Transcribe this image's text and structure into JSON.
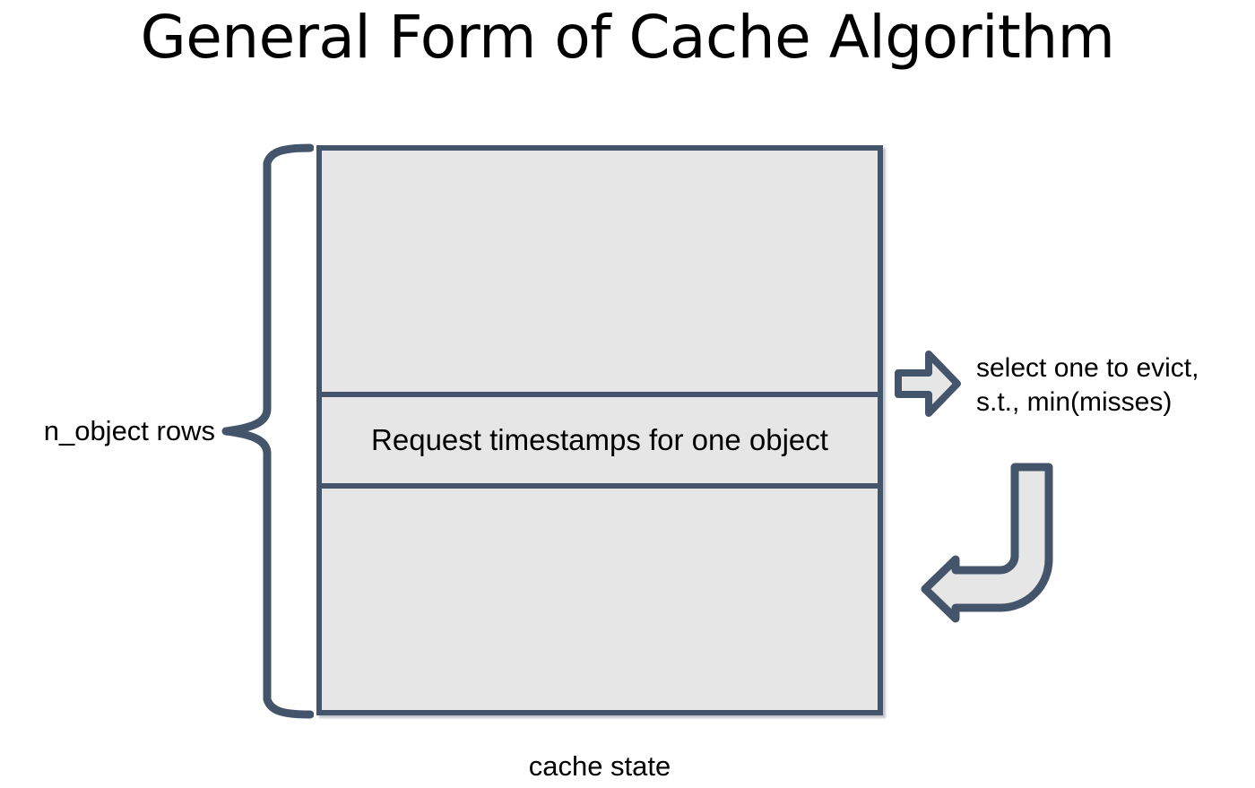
{
  "slide": {
    "title": "General Form of Cache Algorithm",
    "background_color": "#FFFFFF"
  },
  "theme": {
    "shape_outline_color": "#44546A",
    "shape_fill_color": "#E7E6E6",
    "text_color": "#000000"
  },
  "diagram": {
    "cache_box": {
      "bottom_label": "cache state",
      "rows": [
        {
          "name": "upper-rows",
          "label": ""
        },
        {
          "name": "highlighted-object-row",
          "label": "Request timestamps for one object"
        },
        {
          "name": "lower-rows",
          "label": ""
        }
      ]
    },
    "left_annotation": {
      "label": "n_object rows",
      "brace_icon": "left-curly-brace-icon"
    },
    "eviction": {
      "arrow_icon": "block-arrow-right-icon",
      "line1": "select one to evict,",
      "line2": "s.t., min(misses)"
    },
    "feedback": {
      "arrow_icon": "bent-arrow-left-icon"
    }
  }
}
